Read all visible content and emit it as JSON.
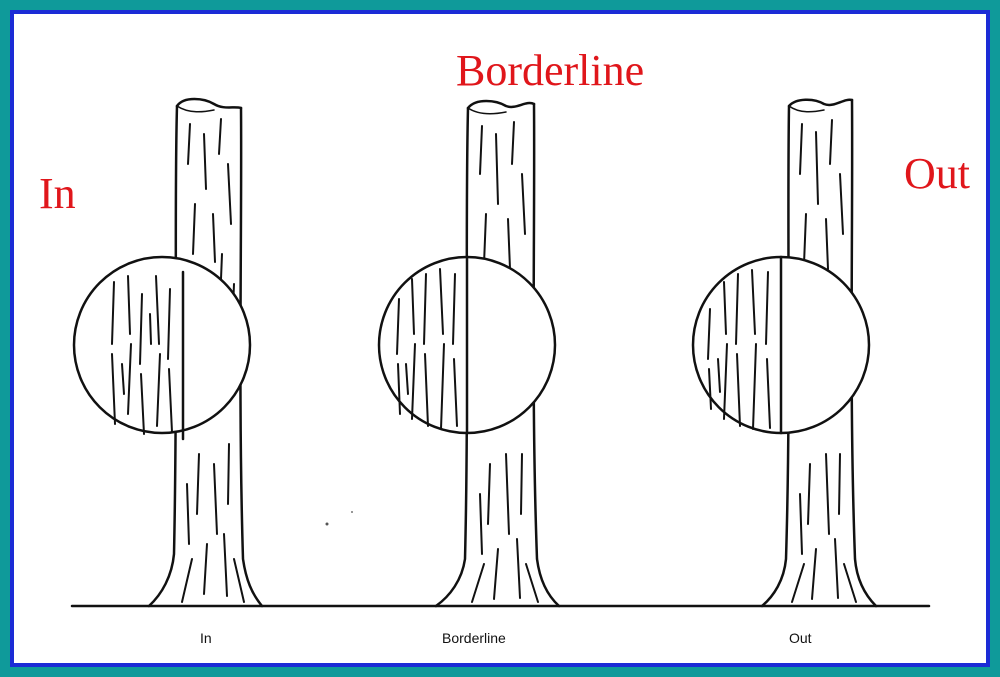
{
  "labels": {
    "in": "In",
    "borderline": "Borderline",
    "out": "Out"
  },
  "captions": {
    "in": "In",
    "borderline": "Borderline",
    "out": "Out"
  },
  "colors": {
    "background": "#0f9a9a",
    "frame_border": "#1b2bd6",
    "label_red": "#e0161b"
  }
}
